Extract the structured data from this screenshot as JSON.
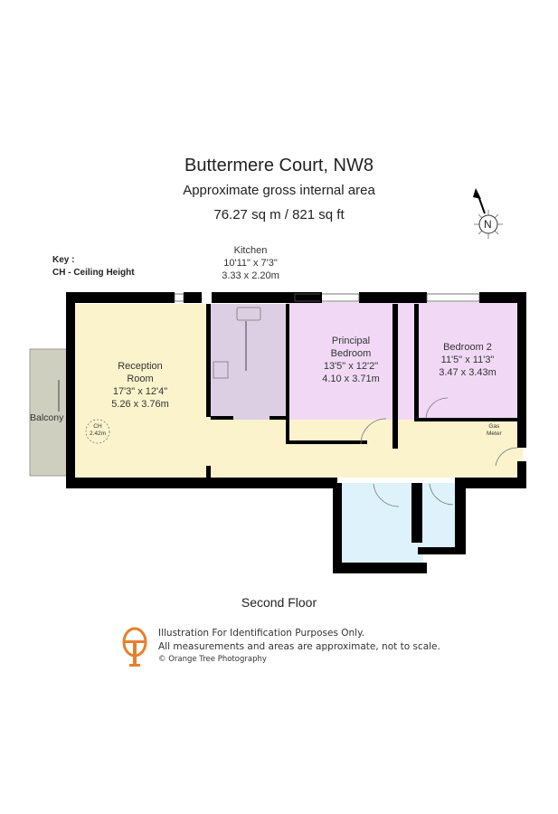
{
  "header": {
    "title": "Buttermere Court, NW8",
    "subtitle": "Approximate gross internal area",
    "area": "76.27 sq m / 821 sq ft"
  },
  "compass": {
    "label": "N"
  },
  "key": {
    "title": "Key :",
    "entry": "CH - Ceiling Height"
  },
  "rooms": {
    "kitchen": {
      "name": "Kitchen",
      "imperial": "10'11\" x 7'3\"",
      "metric": "3.33 x 2.20m"
    },
    "reception": {
      "name_line1": "Reception",
      "name_line2": "Room",
      "imperial": "17'3\" x 12'4\"",
      "metric": "5.26 x 3.76m"
    },
    "principal": {
      "name_line1": "Principal",
      "name_line2": "Bedroom",
      "imperial": "13'5\" x 12'2\"",
      "metric": "4.10 x 3.71m"
    },
    "bedroom2": {
      "name": "Bedroom 2",
      "imperial": "11'5\" x 11'3\"",
      "metric": "3.47 x 3.43m"
    },
    "balcony": {
      "name": "Balcony"
    },
    "gas_meter": {
      "line1": "Gas",
      "line2": "Meter"
    }
  },
  "ceiling_height": {
    "label": "CH",
    "value": "2.42m"
  },
  "floor_label": "Second Floor",
  "footer": {
    "line1": "Illustration For Identification Purposes Only.",
    "line2": "All measurements and areas are approximate, not to scale.",
    "copyright": "© Orange Tree Photography"
  },
  "colors": {
    "reception": "#fbf3cc",
    "kitchen": "#dccfe3",
    "bedroom": "#f1d9f6",
    "bathroom": "#ddf2fb",
    "balcony": "#cfcfc0",
    "wall": "#000000",
    "logo": "#e87f2e"
  }
}
